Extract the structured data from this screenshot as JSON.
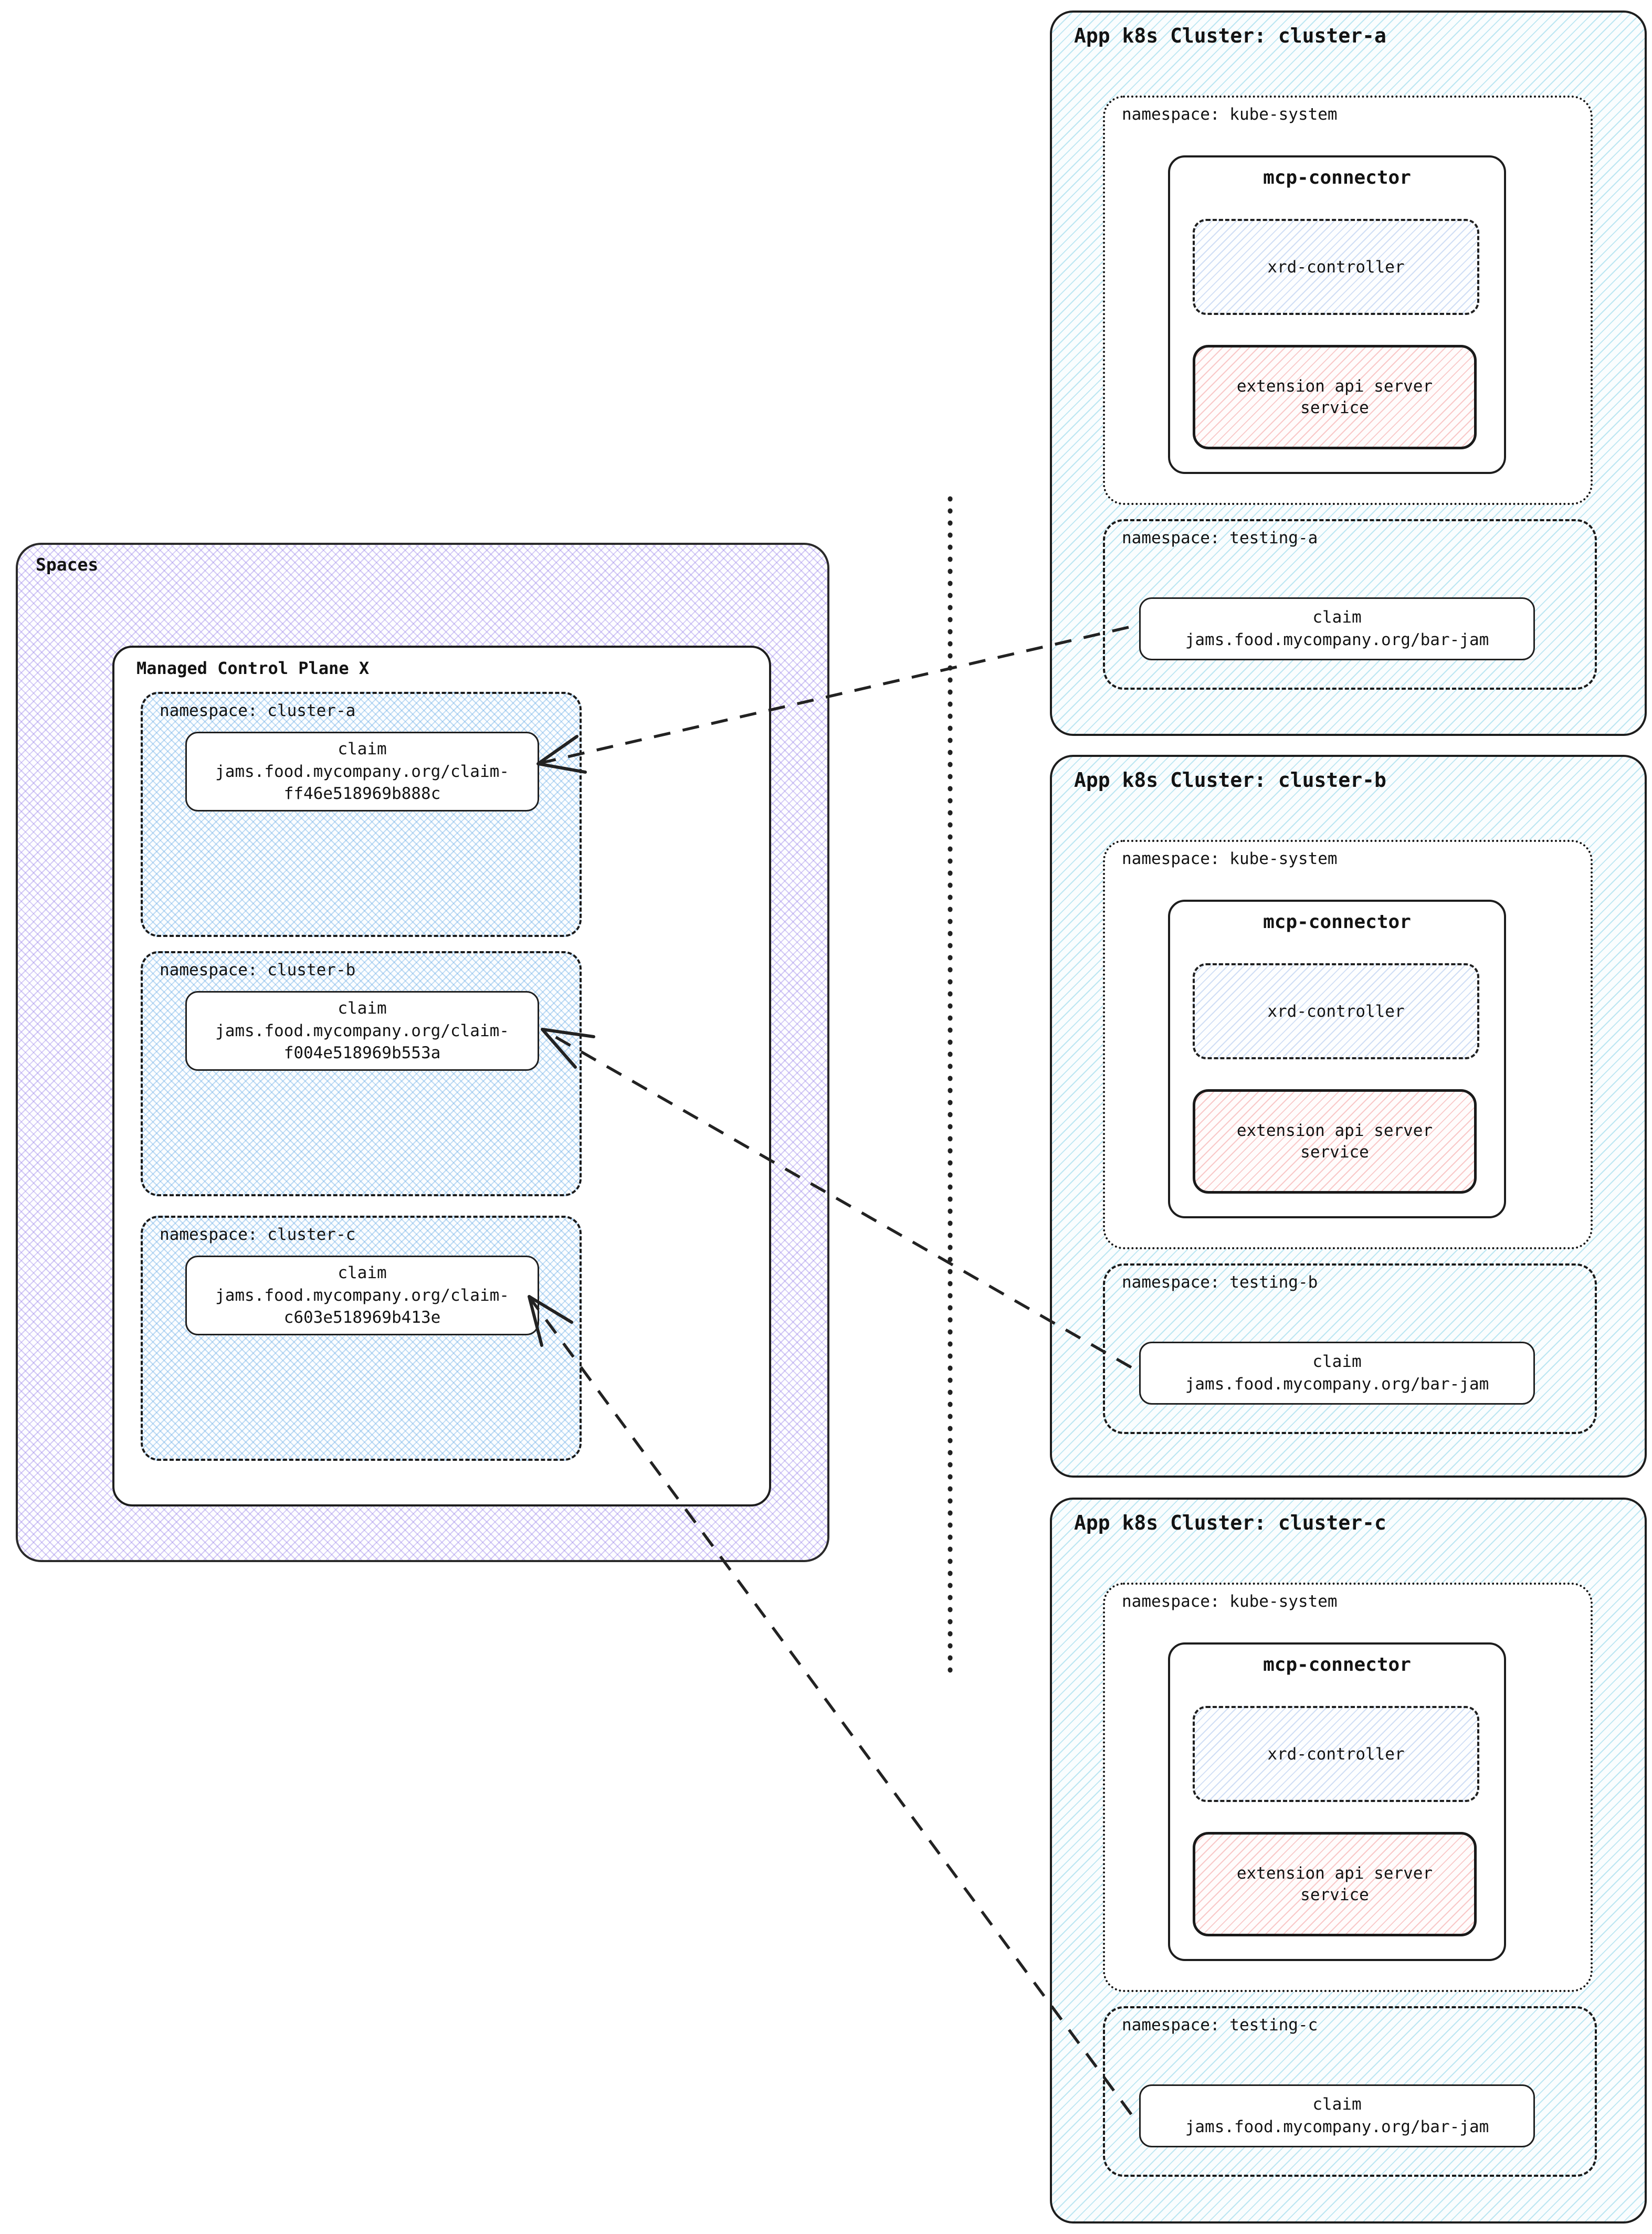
{
  "spaces_panel": {
    "label": "Spaces",
    "control_plane": {
      "label": "Managed Control Plane X",
      "namespaces": [
        {
          "label": "namespace: cluster-a",
          "claim": {
            "title": "claim",
            "name": "jams.food.mycompany.org/claim-\nff46e518969b888c"
          }
        },
        {
          "label": "namespace: cluster-b",
          "claim": {
            "title": "claim",
            "name": "jams.food.mycompany.org/claim-\nf004e518969b553a"
          }
        },
        {
          "label": "namespace: cluster-c",
          "claim": {
            "title": "claim",
            "name": "jams.food.mycompany.org/claim-\nc603e518969b413e"
          }
        }
      ]
    }
  },
  "clusters": [
    {
      "title": "App k8s Cluster: cluster-a",
      "kube_namespace": {
        "label": "namespace: kube-system",
        "connector": {
          "label": "mcp-connector",
          "xrd_controller": "xrd-controller",
          "extension_api_service": "extension api server\nservice"
        }
      },
      "testing_namespace": {
        "label": "namespace: testing-a",
        "claim": {
          "title": "claim",
          "name": "jams.food.mycompany.org/bar-jam"
        }
      }
    },
    {
      "title": "App k8s Cluster: cluster-b",
      "kube_namespace": {
        "label": "namespace: kube-system",
        "connector": {
          "label": "mcp-connector",
          "xrd_controller": "xrd-controller",
          "extension_api_service": "extension api server\nservice"
        }
      },
      "testing_namespace": {
        "label": "namespace: testing-b",
        "claim": {
          "title": "claim",
          "name": "jams.food.mycompany.org/bar-jam"
        }
      }
    },
    {
      "title": "App k8s Cluster: cluster-c",
      "kube_namespace": {
        "label": "namespace: kube-system",
        "connector": {
          "label": "mcp-connector",
          "xrd_controller": "xrd-controller",
          "extension_api_service": "extension api server\nservice"
        }
      },
      "testing_namespace": {
        "label": "namespace: testing-c",
        "claim": {
          "title": "claim",
          "name": "jams.food.mycompany.org/bar-jam"
        }
      }
    }
  ],
  "connections": [
    {
      "from": "cluster-a / testing-a / claim",
      "to": "spaces / cluster-a / claim",
      "style": "dashed-arrow"
    },
    {
      "from": "cluster-b / testing-b / claim",
      "to": "spaces / cluster-b / claim",
      "style": "dashed-arrow"
    },
    {
      "from": "cluster-c / testing-c / claim",
      "to": "spaces / cluster-c / claim",
      "style": "dashed-arrow"
    }
  ],
  "colors": {
    "cluster_hatch": "#7ec9e3",
    "spaces_hatch": "#a99ae8",
    "namespace_hatch": "#68ace6",
    "xrd_hatch": "#7aa3e2",
    "extension_hatch": "#f29090",
    "border": "#1d1d1d"
  }
}
